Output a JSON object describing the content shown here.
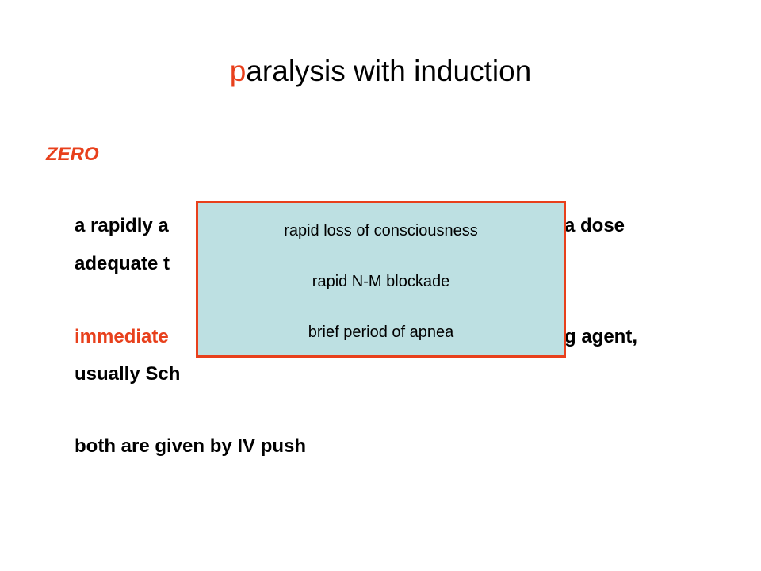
{
  "title": {
    "accent": "p",
    "rest": "aralysis with induction"
  },
  "zero_label": "ZERO",
  "body": {
    "line1_left": "a rapidly a",
    "line1_right": "a dose",
    "line2_left": "adequate t",
    "line3_left": "immediate",
    "line3_right": "g agent,",
    "line4": "usually Sch",
    "line5": "both are given by IV push"
  },
  "popup": {
    "items": [
      "rapid loss of consciousness",
      "rapid N-M blockade",
      "brief period of apnea"
    ]
  },
  "colors": {
    "accent": "#e8401c",
    "popup_fill": "#bde0e2",
    "text": "#000000"
  }
}
